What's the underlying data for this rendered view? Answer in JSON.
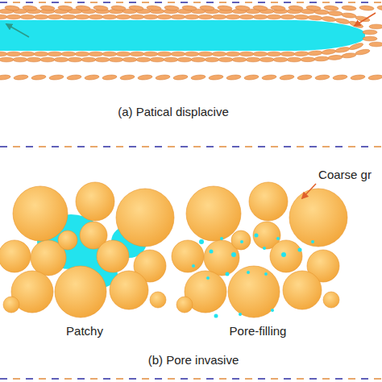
{
  "diagram": {
    "labels": [
      "(a)  Patical displacive",
      "Coarse gr",
      "Patchy",
      "Pore-filling",
      "(b) Pore invasive"
    ]
  }
}
